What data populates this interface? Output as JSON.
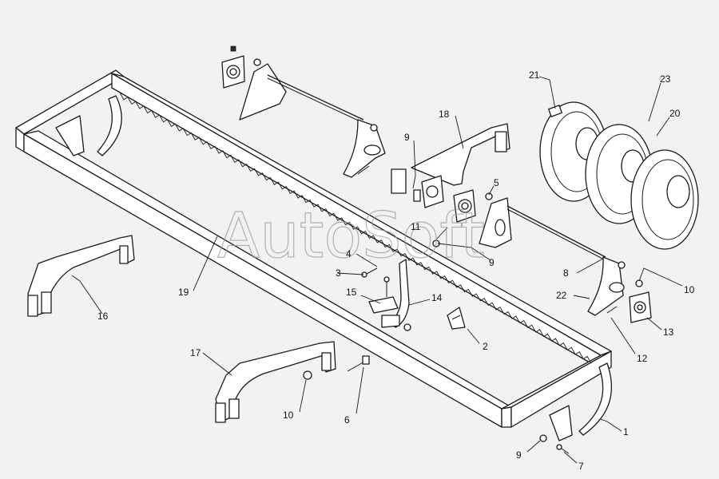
{
  "watermark": "AutoSoft",
  "callouts": [
    {
      "id": "c1",
      "label": "1"
    },
    {
      "id": "c2",
      "label": "2"
    },
    {
      "id": "c3",
      "label": "3"
    },
    {
      "id": "c4",
      "label": "4"
    },
    {
      "id": "c5",
      "label": "5"
    },
    {
      "id": "c6",
      "label": "6"
    },
    {
      "id": "c7",
      "label": "7"
    },
    {
      "id": "c8",
      "label": "8"
    },
    {
      "id": "c9a",
      "label": "9"
    },
    {
      "id": "c9b",
      "label": "9"
    },
    {
      "id": "c9c",
      "label": "9"
    },
    {
      "id": "c10a",
      "label": "10"
    },
    {
      "id": "c10b",
      "label": "10"
    },
    {
      "id": "c11",
      "label": "11"
    },
    {
      "id": "c12",
      "label": "12"
    },
    {
      "id": "c13",
      "label": "13"
    },
    {
      "id": "c14",
      "label": "14"
    },
    {
      "id": "c15",
      "label": "15"
    },
    {
      "id": "c16",
      "label": "16"
    },
    {
      "id": "c17",
      "label": "17"
    },
    {
      "id": "c18",
      "label": "18"
    },
    {
      "id": "c19",
      "label": "19"
    },
    {
      "id": "c20",
      "label": "20"
    },
    {
      "id": "c21",
      "label": "21"
    },
    {
      "id": "c22",
      "label": "22"
    },
    {
      "id": "c23",
      "label": "23"
    }
  ],
  "colors": {
    "background": "#f2f2f2",
    "line": "#1a1a1a",
    "watermark": "#9a9a9a"
  }
}
